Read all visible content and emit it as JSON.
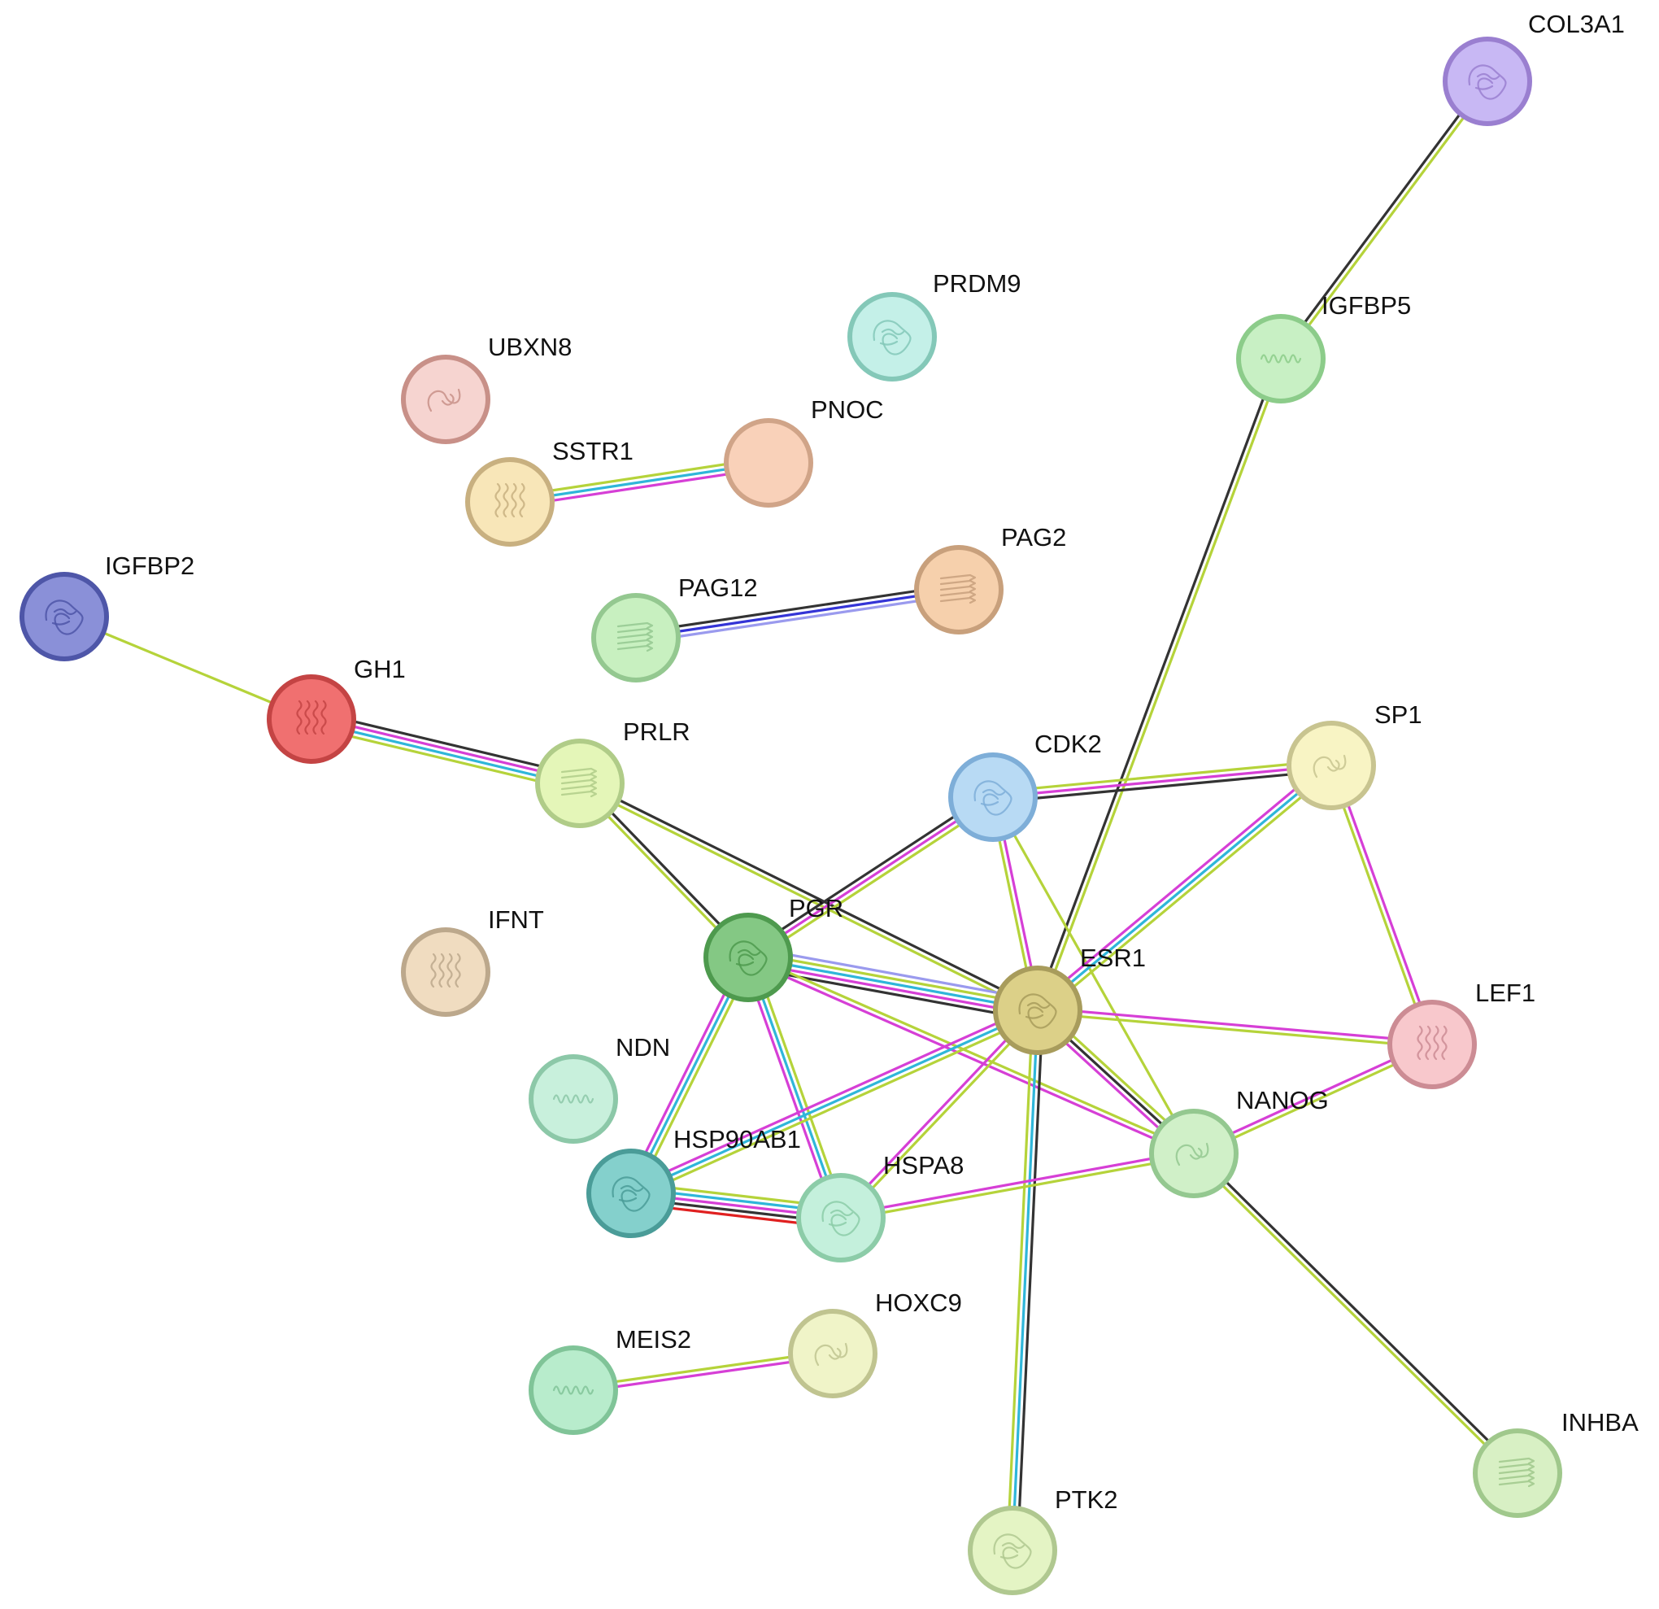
{
  "colors": {
    "text": "#111111",
    "background": "#ffffff",
    "edge_types": {
      "textmining": "#b5d33a",
      "coexpression": "#333333",
      "experiments": "#d63fd6",
      "databases": "#2fb6d9",
      "homology": "#3434d6",
      "homology_light": "#9a9aee",
      "fusion": "#e02020"
    }
  },
  "nodes": [
    {
      "id": "COL3A1",
      "label": "COL3A1",
      "fill": "#c8b8f4",
      "ring": "#9a7fd0",
      "structure": "blob",
      "icon": "protein-structure-icon"
    },
    {
      "id": "PRDM9",
      "label": "PRDM9",
      "fill": "#c4f0e8",
      "ring": "#84c8b8",
      "structure": "blob",
      "icon": "protein-structure-icon"
    },
    {
      "id": "IGFBP5",
      "label": "IGFBP5",
      "fill": "#c8f0c4",
      "ring": "#8ccc8a",
      "structure": "helix",
      "icon": "protein-structure-icon"
    },
    {
      "id": "UBXN8",
      "label": "UBXN8",
      "fill": "#f6d4d0",
      "ring": "#c89088",
      "structure": "coil",
      "icon": "protein-structure-icon"
    },
    {
      "id": "PNOC",
      "label": "PNOC",
      "fill": "#f9d1b9",
      "ring": "#d0a488",
      "structure": "none",
      "icon": "protein-structure-icon"
    },
    {
      "id": "SSTR1",
      "label": "SSTR1",
      "fill": "#f8e6b8",
      "ring": "#c8b080",
      "structure": "bundle",
      "icon": "protein-structure-icon"
    },
    {
      "id": "PAG2",
      "label": "PAG2",
      "fill": "#f6d0ac",
      "ring": "#c8a07c",
      "structure": "sheet",
      "icon": "protein-structure-icon"
    },
    {
      "id": "PAG12",
      "label": "PAG12",
      "fill": "#c8f0c0",
      "ring": "#94c890",
      "structure": "sheet",
      "icon": "protein-structure-icon"
    },
    {
      "id": "IGFBP2",
      "label": "IGFBP2",
      "fill": "#8a90d8",
      "ring": "#4e56a8",
      "structure": "blob",
      "icon": "protein-structure-icon"
    },
    {
      "id": "GH1",
      "label": "GH1",
      "fill": "#f07070",
      "ring": "#c44444",
      "structure": "bundle",
      "icon": "protein-structure-icon"
    },
    {
      "id": "PRLR",
      "label": "PRLR",
      "fill": "#e4f6b8",
      "ring": "#b0cc88",
      "structure": "sheet",
      "icon": "protein-structure-icon"
    },
    {
      "id": "CDK2",
      "label": "CDK2",
      "fill": "#b8daf4",
      "ring": "#7eaed8",
      "structure": "blob",
      "icon": "protein-structure-icon"
    },
    {
      "id": "SP1",
      "label": "SP1",
      "fill": "#f8f4c4",
      "ring": "#c8c490",
      "structure": "coil",
      "icon": "protein-structure-icon"
    },
    {
      "id": "PGR",
      "label": "PGR",
      "fill": "#84c884",
      "ring": "#4e9a4e",
      "structure": "blob",
      "icon": "protein-structure-icon"
    },
    {
      "id": "ESR1",
      "label": "ESR1",
      "fill": "#dcd088",
      "ring": "#a89c5c",
      "structure": "blob",
      "icon": "protein-structure-icon"
    },
    {
      "id": "IFNT",
      "label": "IFNT",
      "fill": "#f0dcc0",
      "ring": "#bca88c",
      "structure": "bundle",
      "icon": "protein-structure-icon"
    },
    {
      "id": "LEF1",
      "label": "LEF1",
      "fill": "#f8c8cc",
      "ring": "#cc8c94",
      "structure": "bundle",
      "icon": "protein-structure-icon"
    },
    {
      "id": "NDN",
      "label": "NDN",
      "fill": "#c8f0dc",
      "ring": "#8cc8a8",
      "structure": "helix",
      "icon": "protein-structure-icon"
    },
    {
      "id": "NANOG",
      "label": "NANOG",
      "fill": "#d0f0c8",
      "ring": "#94c890",
      "structure": "coil",
      "icon": "protein-structure-icon"
    },
    {
      "id": "HSP90AB1",
      "label": "HSP90AB1",
      "fill": "#84d0cc",
      "ring": "#4a9c98",
      "structure": "blob",
      "icon": "protein-structure-icon"
    },
    {
      "id": "HSPA8",
      "label": "HSPA8",
      "fill": "#c4f0dc",
      "ring": "#8ccca8",
      "structure": "blob",
      "icon": "protein-structure-icon"
    },
    {
      "id": "HOXC9",
      "label": "HOXC9",
      "fill": "#f0f4c8",
      "ring": "#c0c490",
      "structure": "coil",
      "icon": "protein-structure-icon"
    },
    {
      "id": "MEIS2",
      "label": "MEIS2",
      "fill": "#b8eccc",
      "ring": "#80c498",
      "structure": "helix",
      "icon": "protein-structure-icon"
    },
    {
      "id": "INHBA",
      "label": "INHBA",
      "fill": "#d8f0c4",
      "ring": "#a0c88c",
      "structure": "sheet",
      "icon": "protein-structure-icon"
    },
    {
      "id": "PTK2",
      "label": "PTK2",
      "fill": "#e4f4c4",
      "ring": "#b0c890",
      "structure": "blob",
      "icon": "protein-structure-icon"
    }
  ],
  "edges": [
    {
      "source": "COL3A1",
      "target": "IGFBP5",
      "types": [
        "textmining",
        "coexpression"
      ]
    },
    {
      "source": "IGFBP5",
      "target": "ESR1",
      "types": [
        "textmining",
        "coexpression"
      ]
    },
    {
      "source": "SSTR1",
      "target": "PNOC",
      "types": [
        "textmining",
        "databases",
        "experiments"
      ]
    },
    {
      "source": "PAG12",
      "target": "PAG2",
      "types": [
        "coexpression",
        "homology",
        "homology_light"
      ]
    },
    {
      "source": "IGFBP2",
      "target": "GH1",
      "types": [
        "textmining"
      ]
    },
    {
      "source": "GH1",
      "target": "PRLR",
      "types": [
        "coexpression",
        "experiments",
        "databases",
        "textmining"
      ]
    },
    {
      "source": "PRLR",
      "target": "PGR",
      "types": [
        "coexpression",
        "textmining"
      ]
    },
    {
      "source": "PRLR",
      "target": "ESR1",
      "types": [
        "coexpression",
        "textmining"
      ]
    },
    {
      "source": "CDK2",
      "target": "SP1",
      "types": [
        "textmining",
        "experiments",
        "coexpression"
      ]
    },
    {
      "source": "CDK2",
      "target": "PGR",
      "types": [
        "textmining",
        "experiments",
        "coexpression"
      ]
    },
    {
      "source": "CDK2",
      "target": "ESR1",
      "types": [
        "experiments",
        "textmining"
      ]
    },
    {
      "source": "CDK2",
      "target": "NANOG",
      "types": [
        "textmining"
      ]
    },
    {
      "source": "SP1",
      "target": "ESR1",
      "types": [
        "textmining",
        "databases",
        "experiments"
      ]
    },
    {
      "source": "SP1",
      "target": "LEF1",
      "types": [
        "experiments",
        "textmining"
      ]
    },
    {
      "source": "PGR",
      "target": "ESR1",
      "types": [
        "homology_light",
        "textmining",
        "databases",
        "experiments",
        "coexpression"
      ]
    },
    {
      "source": "PGR",
      "target": "HSP90AB1",
      "types": [
        "textmining",
        "databases",
        "experiments"
      ]
    },
    {
      "source": "PGR",
      "target": "HSPA8",
      "types": [
        "textmining",
        "databases",
        "experiments"
      ]
    },
    {
      "source": "PGR",
      "target": "NANOG",
      "types": [
        "textmining",
        "experiments"
      ]
    },
    {
      "source": "ESR1",
      "target": "LEF1",
      "types": [
        "experiments",
        "textmining"
      ]
    },
    {
      "source": "ESR1",
      "target": "NANOG",
      "types": [
        "textmining",
        "coexpression",
        "experiments"
      ]
    },
    {
      "source": "ESR1",
      "target": "HSP90AB1",
      "types": [
        "textmining",
        "databases",
        "experiments"
      ]
    },
    {
      "source": "ESR1",
      "target": "HSPA8",
      "types": [
        "textmining",
        "experiments"
      ]
    },
    {
      "source": "ESR1",
      "target": "PTK2",
      "types": [
        "coexpression",
        "databases",
        "textmining"
      ]
    },
    {
      "source": "LEF1",
      "target": "NANOG",
      "types": [
        "textmining",
        "experiments"
      ]
    },
    {
      "source": "NANOG",
      "target": "HSPA8",
      "types": [
        "textmining",
        "experiments"
      ]
    },
    {
      "source": "NANOG",
      "target": "INHBA",
      "types": [
        "coexpression",
        "textmining"
      ]
    },
    {
      "source": "HSP90AB1",
      "target": "HSPA8",
      "types": [
        "textmining",
        "databases",
        "experiments",
        "coexpression",
        "fusion"
      ]
    },
    {
      "source": "MEIS2",
      "target": "HOXC9",
      "types": [
        "textmining",
        "experiments"
      ]
    }
  ]
}
